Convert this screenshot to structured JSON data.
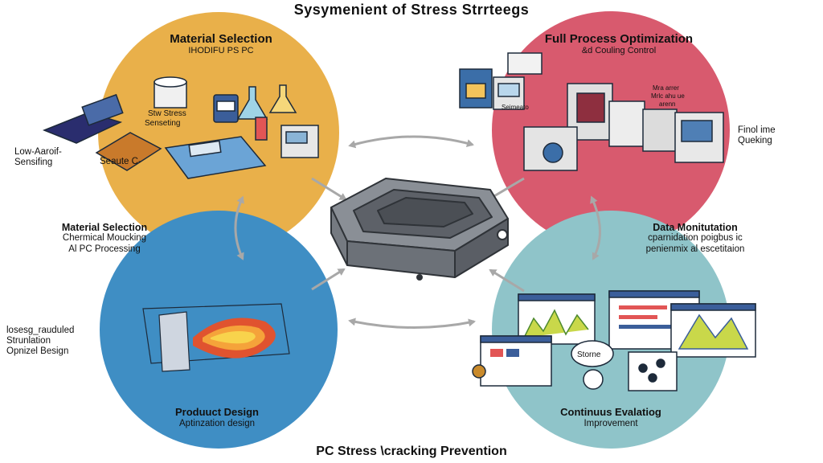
{
  "title": "Sysymenient of Stress Strrteegs",
  "footer": "PC Stress \\cracking Prevention",
  "quadrants": {
    "top_left": {
      "heading": "Material Selection",
      "subheading": "IHODIFU PS PC",
      "inner_label": [
        "Stw Stress",
        "Senseting"
      ],
      "side_label_1": [
        "Low-Aaroif-",
        "Sensifing"
      ],
      "side_label_2": "Seaute C-",
      "color": "#e9b04a"
    },
    "top_right": {
      "heading": "Full Process Optimization",
      "subheading": "&d Couling Control",
      "inner_label_1": [
        "Mra arrer",
        "Mrlc ahu ue",
        "arenn"
      ],
      "inner_label_2": "Seimeato",
      "side_label": [
        "Finol ime",
        "Queking"
      ],
      "color": "#d85a6e"
    },
    "bottom_left": {
      "heading": "Produuct Design",
      "subheading": "Aptinzation design",
      "side_label": [
        "losesg_rauduled",
        "Strunlation",
        "Opnizel Besign"
      ],
      "color": "#3f8ec4"
    },
    "bottom_right": {
      "heading": "Continuus Evalatiog",
      "subheading": "Improvement",
      "inner_label": "Storne",
      "color": "#8fc4c9"
    }
  },
  "middle_left": {
    "heading": "Material Selection",
    "line1": "Chermical Moucking",
    "line2": "Al PC Processing"
  },
  "middle_right": {
    "heading": "Data Monitutation",
    "line1": "cparnidation poigbus ic",
    "line2": "penienmix al escetitaion"
  },
  "colors": {
    "arrow": "#a8a8a8",
    "box": "#6c7178"
  }
}
